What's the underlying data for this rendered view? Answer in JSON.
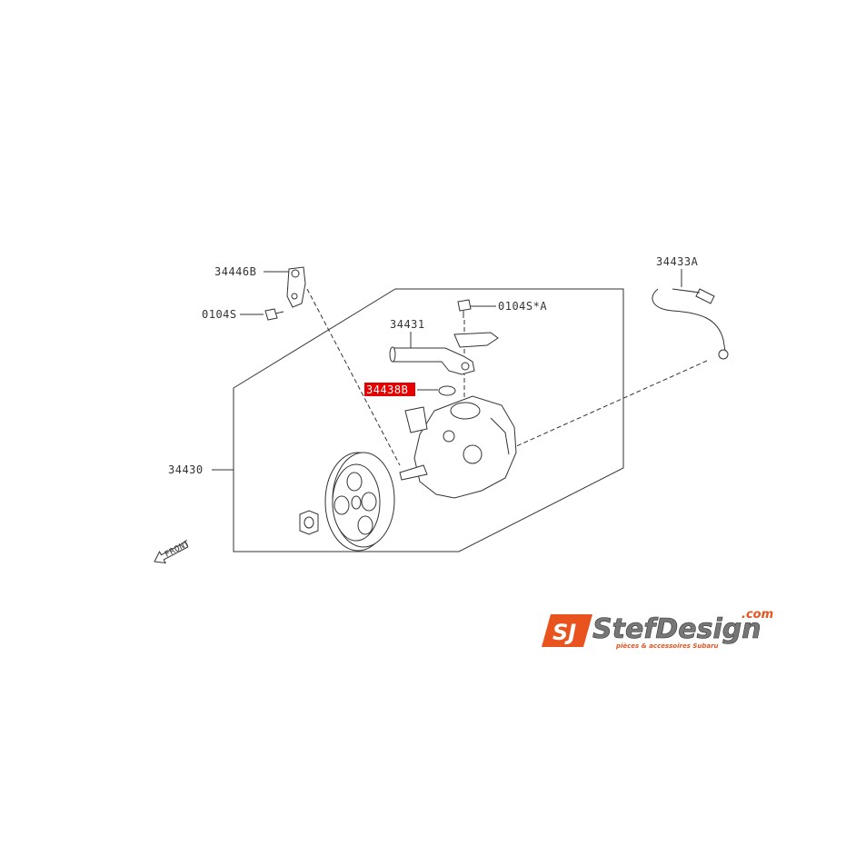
{
  "parts": {
    "bracket_label": "34446B",
    "bolt_left_label": "0104S",
    "pipe_label": "34431",
    "bolt_top_label": "0104S*A",
    "oring_label": "34438B",
    "pump_label": "34430",
    "hose_label": "34433A"
  },
  "front_label": "FRONT",
  "logo": {
    "mark": "SJ",
    "brand": "StefDesign",
    "domain": ".com",
    "tagline": "pièces & accessoires Subaru",
    "colors": {
      "orange": "#e8531e",
      "gray": "#777777"
    }
  },
  "highlight_color": "#e60000"
}
